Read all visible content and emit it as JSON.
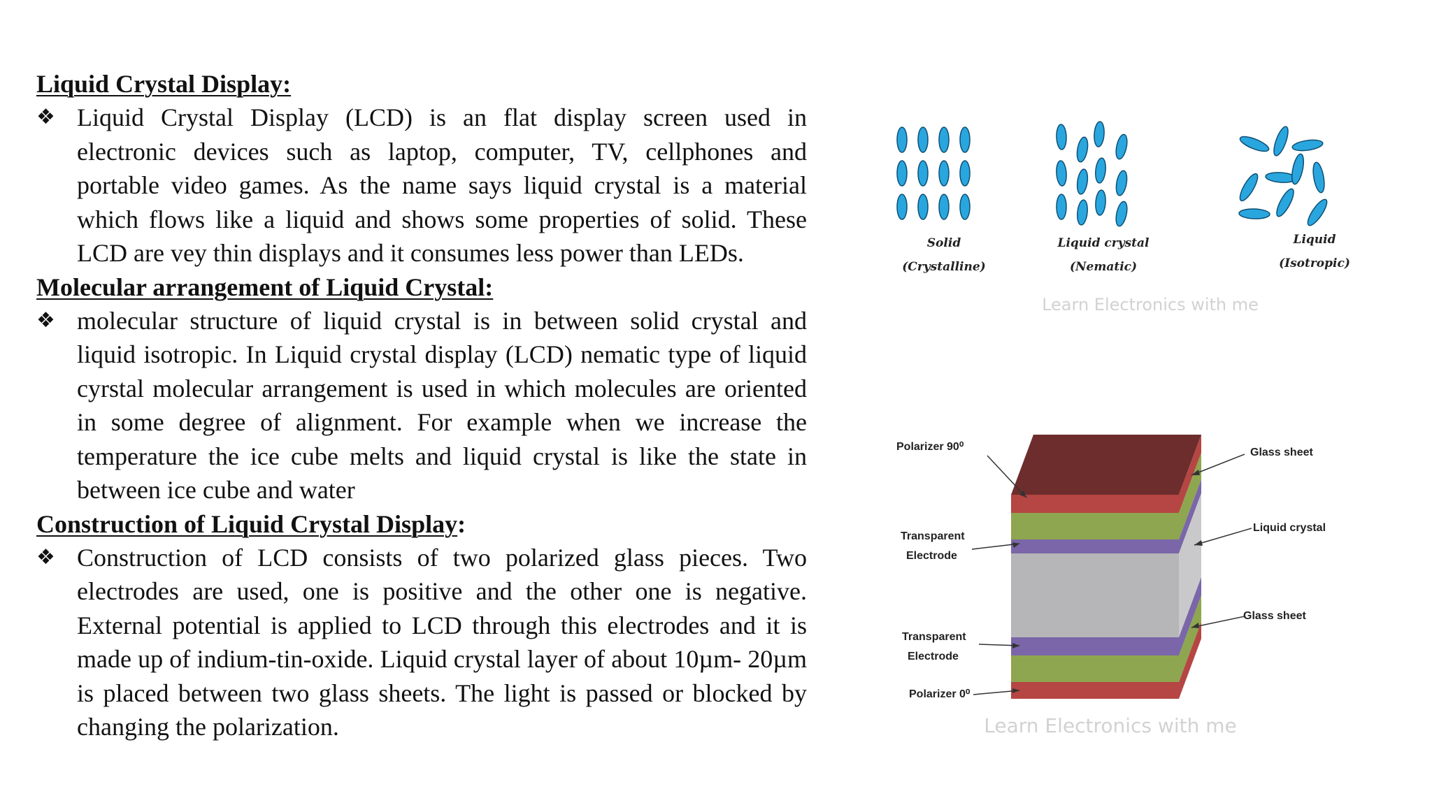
{
  "sections": [
    {
      "heading": "Liquid Crystal Display:",
      "heading_suffix": "",
      "bullet": "Liquid Crystal Display (LCD) is an flat  display screen used in electronic devices such as laptop, computer, TV, cellphones and portable video games. As the name says liquid crystal is a material which flows like a liquid and shows some properties of solid. These LCD are vey thin displays and  it consumes less power than LEDs."
    },
    {
      "heading": "Molecular arrangement of Liquid Crystal:",
      "heading_suffix": "",
      "bullet": "molecular structure of liquid crystal is in between solid crystal and liquid isotropic. In Liquid crystal display (LCD) nematic type of liquid cyrstal molecular arrangement is used in which molecules are oriented in some degree of alignment. For example when we increase the temperature the ice cube melts and liquid crystal is like the state in between ice cube and water"
    },
    {
      "heading": "Construction of Liquid Crystal Display",
      "heading_suffix": ":",
      "bullet": "Construction of LCD consists of two polarized glass pieces. Two electrodes are used, one is positive and the other one is negative. External potential is applied to LCD through this electrodes and it is made up of indium-tin-oxide. Liquid crystal layer of about 10µm- 20µm is placed between two glass sheets. The light is passed or blocked by changing the polarization."
    }
  ],
  "bullet_symbol": "❖",
  "states_figure": {
    "solid_label": "Solid",
    "solid_sub": "(Crystalline)",
    "lc_label": "Liquid crystal",
    "lc_sub": "(Nematic)",
    "liquid_label": "Liquid",
    "liquid_sub": "(Isotropic)",
    "watermark": "Learn Electronics with me",
    "molecule_color": "#2aa6df"
  },
  "lcd_figure": {
    "polarizer_90": "Polarizer 90⁰",
    "electrode_top_1": "Transparent",
    "electrode_top_2": "Electrode",
    "electrode_bottom_1": "Transparent",
    "electrode_bottom_2": "Electrode",
    "polarizer_0": "Polarizer 0⁰",
    "glass_top": "Glass sheet",
    "liquid_crystal": "Liquid crystal",
    "glass_bottom": "Glass sheet",
    "watermark": "Learn Electronics with me",
    "colors": {
      "polarizer_top": "#6e2d2d",
      "polarizer_red": "#b54643",
      "glass_green": "#8ea64f",
      "electrode_purple": "#7a66a8",
      "crystal_gray": "#b6b6b8"
    }
  }
}
